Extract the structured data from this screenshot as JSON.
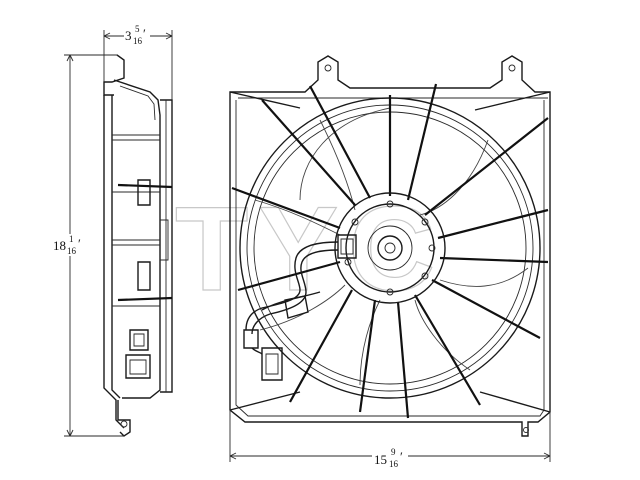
{
  "dimensions": {
    "depth": {
      "whole": "3",
      "num": "5",
      "den": "16",
      "mark": "′"
    },
    "height": {
      "whole": "18",
      "num": "1",
      "den": "16",
      "mark": "′"
    },
    "width": {
      "whole": "15",
      "num": "9",
      "den": "16",
      "mark": "′"
    }
  },
  "watermark": {
    "text": "TYC"
  },
  "colors": {
    "line": "#1a1a1a",
    "watermark": "#c8c8c8",
    "background": "#ffffff"
  }
}
